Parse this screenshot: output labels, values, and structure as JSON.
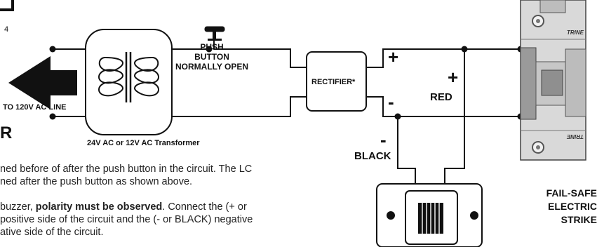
{
  "corner_text": "4",
  "heading_fragment": "R",
  "labels": {
    "push_button": [
      "PUSH",
      "BUTTON",
      "NORMALLY OPEN"
    ],
    "rectifier": "RECTIFIER*",
    "transformer": "24V AC or 12V AC Transformer",
    "ac_line": "TO 120V AC LINE",
    "plus": "+",
    "minus": "-",
    "red": "RED",
    "black": "BLACK",
    "strike": [
      "FAIL-SAFE",
      "ELECTRIC",
      "STRIKE"
    ],
    "trine_brand": "TRINE"
  },
  "notes": {
    "line1": "ned before of after the push button in the circuit. The LC",
    "line2": "ned after the push button as shown above.",
    "line3_pre": "buzzer, ",
    "line3_bold": "polarity must be observed",
    "line3_post": ". Connect the (+ or",
    "line4": "positive side of the circuit and the (- or BLACK) negative",
    "line5": "ative side of the circuit."
  },
  "colors": {
    "line": "#111111",
    "strike_metal": "#d9d9d9",
    "strike_dark": "#7a7a7a"
  }
}
